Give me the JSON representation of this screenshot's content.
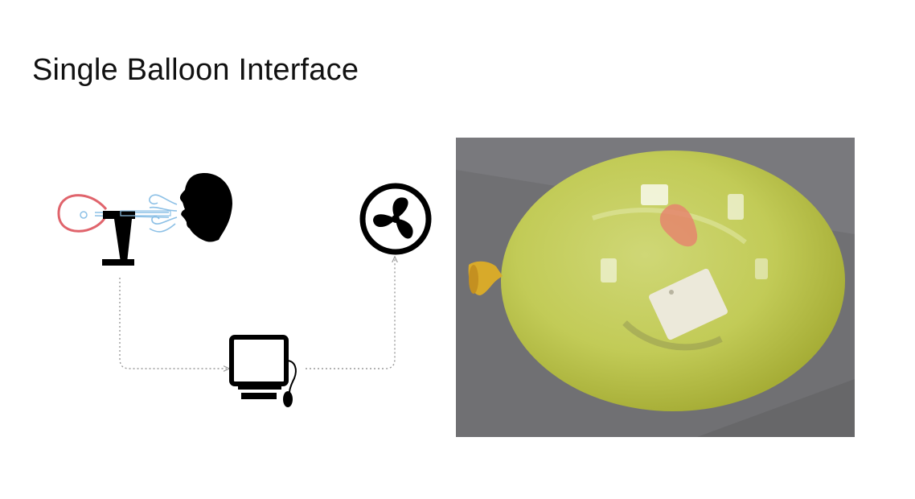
{
  "slide": {
    "title": "Single Balloon Interface"
  },
  "diagram": {
    "components": [
      "balloon-on-stand",
      "person-blowing",
      "fan",
      "computer",
      "mouse"
    ],
    "connections": [
      {
        "from": "balloon-on-stand",
        "to": "computer",
        "style": "dotted"
      },
      {
        "from": "computer",
        "to": "fan",
        "style": "dotted-arrow"
      }
    ],
    "colors": {
      "balloon_outline": "#e0646c",
      "breath_lines": "#8cc0e6",
      "icon_black": "#000000",
      "connector_gray": "#9a9a9a"
    }
  },
  "photo": {
    "subject": "yellow-green balloon containing a small white sensor box and a red object",
    "colors": {
      "balloon": "#c5cf5c",
      "background": "#6f6f72",
      "device": "#e9e6d8",
      "inner_object": "#e5866d",
      "nozzle": "#d8aa2a"
    }
  }
}
